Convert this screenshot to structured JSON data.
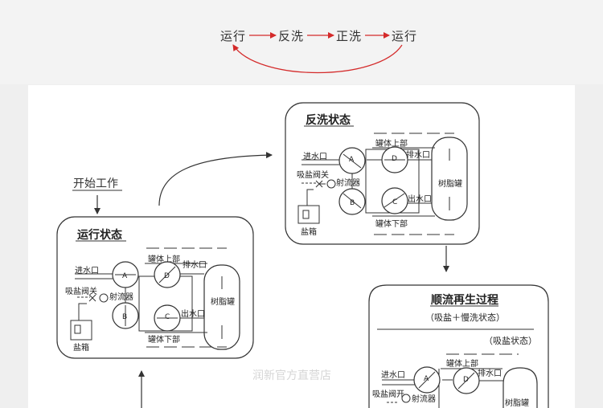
{
  "flow": {
    "step1": "运行",
    "step2": "反洗",
    "step3": "正洗",
    "step4": "运行"
  },
  "start_label": "开始工作",
  "watermark": "润新官方直营店",
  "backwash": {
    "title": "反洗状态",
    "tank_upper": "罐体上部",
    "tank_lower": "罐体下部",
    "inlet": "进水口",
    "drain": "排水口",
    "outlet": "出水口",
    "salt_valve": "吸盐阀关",
    "ejector": "射流器",
    "resin_tank": "树脂罐",
    "brine_box": "盐箱",
    "valve_a": "A",
    "valve_b": "B",
    "valve_c": "C",
    "valve_d": "D"
  },
  "service": {
    "title": "运行状态",
    "tank_upper": "罐体上部",
    "tank_lower": "罐体下部",
    "inlet": "进水口",
    "drain": "排水口",
    "outlet": "出水口",
    "salt_valve": "吸盐阀关",
    "ejector": "射流器",
    "resin_tank": "树脂罐",
    "brine_box": "盐箱",
    "valve_a": "A",
    "valve_b": "B",
    "valve_c": "C",
    "valve_d": "D"
  },
  "regen": {
    "title": "顺流再生过程",
    "subtitle": "（吸盐＋慢洗状态）",
    "substate": "（吸盐状态）",
    "tank_upper": "罐体上部",
    "inlet": "进水口",
    "drain": "排水口",
    "salt_valve": "吸盐阀开",
    "ejector": "射流器",
    "resin_tank": "树脂罐",
    "valve_a": "A",
    "valve_d": "D"
  }
}
